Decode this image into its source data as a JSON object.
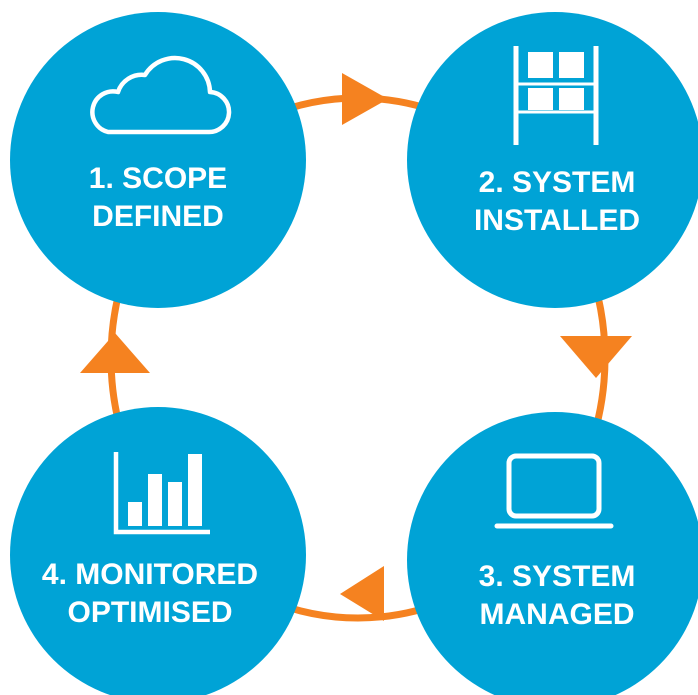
{
  "colors": {
    "circle_fill": "#00a3d6",
    "connector": "#f58220",
    "icon_stroke": "#ffffff",
    "background": "#ffffff"
  },
  "steps": [
    {
      "line1": "1. SCOPE",
      "line2": "DEFINED",
      "icon": "cloud-icon"
    },
    {
      "line1": "2. SYSTEM",
      "line2": "INSTALLED",
      "icon": "shelving-rack-icon"
    },
    {
      "line1": "3. SYSTEM",
      "line2": "MANAGED",
      "icon": "laptop-icon"
    },
    {
      "line1": "4. MONITORED",
      "line2": "OPTIMISED",
      "icon": "bar-chart-icon"
    }
  ],
  "arrows": [
    {
      "direction": "right",
      "from": "step-1",
      "to": "step-2"
    },
    {
      "direction": "down",
      "from": "step-2",
      "to": "step-3"
    },
    {
      "direction": "left",
      "from": "step-3",
      "to": "step-4"
    },
    {
      "direction": "up",
      "from": "step-4",
      "to": "step-1"
    }
  ]
}
